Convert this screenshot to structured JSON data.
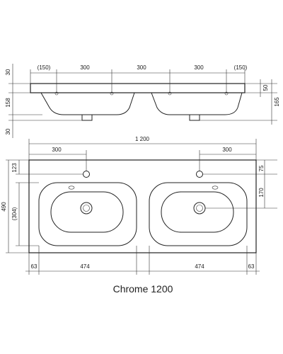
{
  "caption": "Chrome 1200",
  "top_view_dims": {
    "top_labels": [
      "(150)",
      "300",
      "300",
      "300",
      "(150)"
    ],
    "left_labels": [
      "30",
      "158",
      "30"
    ],
    "right_labels": [
      "50",
      "165"
    ]
  },
  "plan_view_dims": {
    "overall_width": "1 200",
    "hole_offset_left": "300",
    "hole_offset_right": "300",
    "left_labels": [
      "123",
      "490",
      "(304)"
    ],
    "right_labels": [
      "75",
      "170"
    ],
    "bottom_labels": [
      "63",
      "474",
      "474",
      "63"
    ]
  }
}
